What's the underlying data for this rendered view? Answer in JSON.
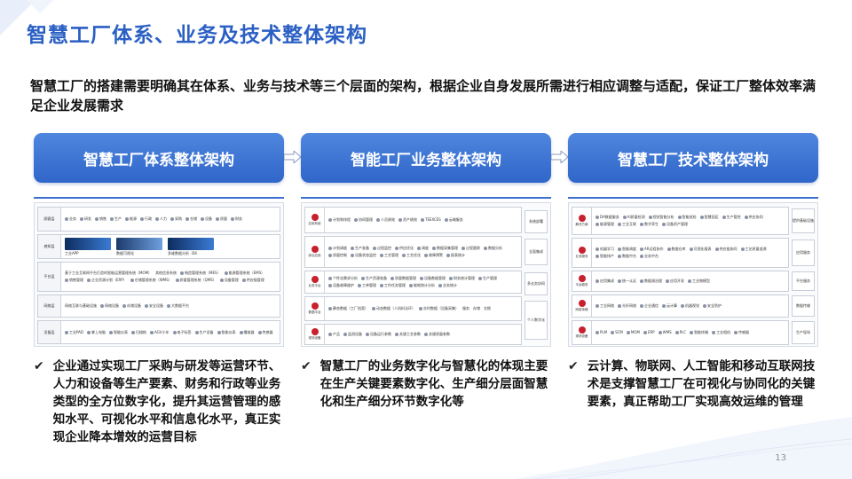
{
  "title": "智慧工厂体系、业务及技术整体架构",
  "intro": "智慧工厂的搭建需要明确其在体系、业务与技术等三个层面的架构，根据企业自身发展所需进行相应调整与适配，保证工厂整体效率满足企业发展需求",
  "colors": {
    "accent": "#2a5fc4",
    "header_bg": "#3b6fd0",
    "icon_red": "#c8202c"
  },
  "columns": [
    {
      "header": "智慧工厂体系整体架构",
      "diagram": {
        "rows": [
          {
            "label": "顾客层",
            "cells": [
              "业务",
              "研发",
              "销售",
              "生产",
              "能源",
              "行政",
              "人力",
              "采购",
              "仓储",
              "设备",
              "质量",
              "财务"
            ]
          },
          {
            "label": "感知层",
            "cells": [
              "工业APP",
              "数据可视化",
              "多维数据分析（BI）"
            ]
          },
          {
            "label": "平台层",
            "cells": [
              "基于工业互联网平台打造的智能运营管理系统（MOM）",
              "其他信息系统",
              "制造管理系统（MES）",
              "能源管理系统（EMS）",
              "销售管理",
              "企业资源计划（ERP）",
              "仓储管理系统（WMS）",
              "质量管理系统（QMS）",
              "设备管理",
              "供应链管理"
            ]
          },
          {
            "label": "网络层",
            "cells": [
              "网络互联与基础设施",
              "网络设备",
              "存储设备",
              "安全设备",
              "大数据平台"
            ]
          },
          {
            "label": "设备层",
            "cells": [
              "工业PAD",
              "掌上电脑",
              "智能仪表",
              "扫描枪",
              "AGV小车",
              "电子标签",
              "生产设备",
              "智能仪表",
              "播放器",
              "传感器"
            ]
          }
        ]
      },
      "bullet": "企业通过实现工厂采购与研发等运营环节、人力和设备等生产要素、财务和行政等业务类型的全方位数字化，提升其运营管理的感知水平、可视化水平和信息化水平，真正实现企业降本增效的运营目标"
    },
    {
      "header": "智能工厂业务整体架构",
      "diagram": {
        "rows": [
          {
            "label": "应用系统",
            "cells": [
              "计划和排程",
              "协同管理",
              "人员绩效",
              "资产绩效",
              "TEEXCES",
              "云端服务"
            ]
          },
          {
            "label": "综合应用",
            "cells": [
              "计划调度",
              "生产准备",
              "过程监控",
              "供应优化",
              "调度",
              "数据采集管理",
              "过程跟踪",
              "数据分析",
              "质量控制",
              "设备状态监控",
              "工艺管理",
              "工艺优化",
              "故障预警",
              "报表统计"
            ]
          },
          {
            "label": "业务平台",
            "cells": [
              "个性化需求分析",
              "生产资源准备",
              "质量数据管理",
              "设备数据管理",
              "财务统计管理",
              "生产管理",
              "设备故障维护",
              "工单管理",
              "工作任务管理",
              "能耗统计分析",
              "业务统计"
            ]
          },
          {
            "label": "数据平台",
            "cells": [
              "静态数据（工厂档案）",
              "动态数据（人机料法环）",
              "实时数据（设备采集）",
              "服务",
              "存储",
              "交换"
            ]
          },
          {
            "label": "现场设备",
            "cells": [
              "产品",
              "监测设备",
              "设备运行参数",
              "关键工艺参数",
              "关键质量参数"
            ]
          }
        ],
        "side": [
          "系统部署",
          "全面集成",
          "多业务协同",
          "个人数字化"
        ]
      },
      "bullet": "智慧工厂的业务数字化与智慧化的体现主要在生产关键要素数字化、生产细分层面智慧化和生产细分环节数字化等"
    },
    {
      "header": "智慧工厂技术整体架构",
      "diagram": {
        "rows": [
          {
            "label": "解决方案",
            "cells": [
              "DA数据服务",
              "AI质量检测",
              "视觉智能分析",
              "智能巡检",
              "智慧园区",
              "生产管控",
              "供应协同",
              "能源管理",
              "工业互联",
              "数字孪生",
              "设备资产管理"
            ]
          },
          {
            "label": "业务服务",
            "cells": [
              "机器学习",
              "智能调度",
              "AR远程协作",
              "数据仓库",
              "可视化报表",
              "供应链协同",
              "工艺质量追溯",
              "智能排产",
              "数据中台",
              "业务中台"
            ]
          },
          {
            "label": "平台服务",
            "cells": [
              "应用集成",
              "统一认证",
              "数据湖治理",
              "应用开发",
              "工业物模型"
            ]
          },
          {
            "label": "网络传输",
            "cells": [
              "工业网络",
              "光纤网络",
              "企业通信",
              "云计算",
              "机器视觉",
              "安全防护"
            ]
          },
          {
            "label": "现场设备",
            "cells": [
              "PLM",
              "SCM",
              "MOM",
              "ERP",
              "WMS",
              "PLC",
              "智能终端",
              "工业相机",
              "传感器"
            ]
          }
        ],
        "side": [
          "提供基础设施",
          "应用服务",
          "平台服务",
          "数据传输",
          "生产现场"
        ]
      },
      "bullet": "云计算、物联网、人工智能和移动互联网技术是支撑智慧工厂在可视化与协同化的关键要素，真正帮助工厂实现高效运维的管理"
    }
  ],
  "page_number": "13"
}
